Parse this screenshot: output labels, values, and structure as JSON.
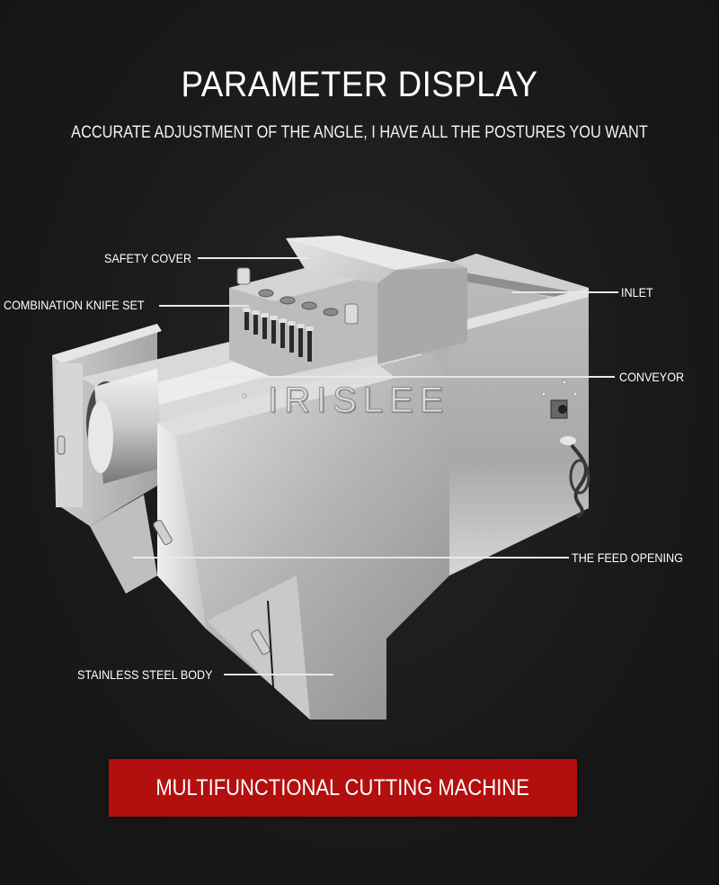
{
  "header": {
    "title": "PARAMETER DISPLAY",
    "subtitle": "ACCURATE ADJUSTMENT OF THE ANGLE, I HAVE ALL THE POSTURES YOU WANT"
  },
  "product": {
    "watermark": "IRISLEE",
    "image_description": "stainless steel multifunctional cutting machine"
  },
  "callouts": [
    {
      "label": "SAFETY COVER",
      "side": "left"
    },
    {
      "label": "COMBINATION KNIFE SET",
      "side": "left"
    },
    {
      "label": "INLET",
      "side": "right"
    },
    {
      "label": "CONVEYOR",
      "side": "right"
    },
    {
      "label": "THE FEED OPENING",
      "side": "right"
    },
    {
      "label": "STAINLESS STEEL BODY",
      "side": "left"
    }
  ],
  "banner": {
    "text": "MULTIFUNCTIONAL CUTTING MACHINE",
    "color": "#b30f0f"
  },
  "colors": {
    "background": "#171717",
    "text": "#ffffff",
    "accent": "#b30f0f"
  }
}
